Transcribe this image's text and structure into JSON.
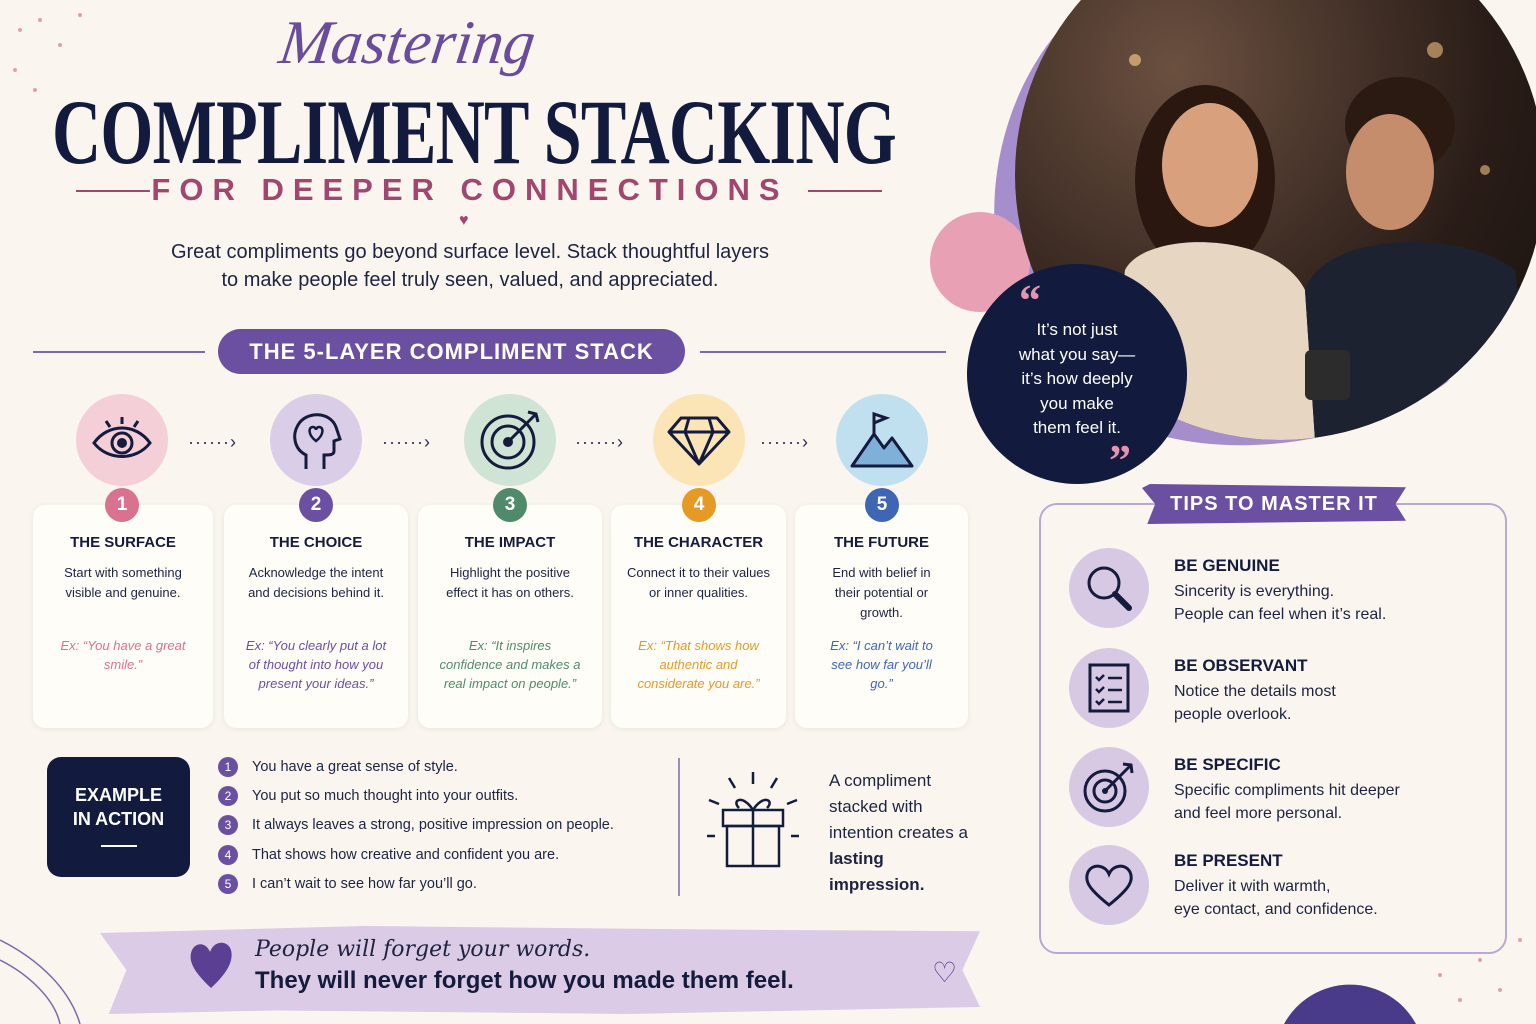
{
  "header": {
    "script_title": "Mastering",
    "title": "COMPLIMENT STACKING",
    "subtitle": "FOR DEEPER CONNECTIONS",
    "intro_line1": "Great compliments go beyond surface level. Stack thoughtful layers",
    "intro_line2": "to make people feel truly seen, valued, and appreciated."
  },
  "stack": {
    "banner": "THE 5-LAYER COMPLIMENT STACK",
    "layers": [
      {
        "num": "1",
        "icon": "eye-icon",
        "title": "THE SURFACE",
        "desc": "Start with something visible and genuine.",
        "example": "Ex: “You have a great smile.”",
        "color": "#d9728f",
        "bg": "#f4cfd7"
      },
      {
        "num": "2",
        "icon": "head-heart-icon",
        "title": "THE CHOICE",
        "desc": "Acknowledge the intent and decisions behind it.",
        "example": "Ex: “You clearly put a lot of thought into how you present your ideas.”",
        "color": "#6b4fa0",
        "bg": "#dacde7"
      },
      {
        "num": "3",
        "icon": "target-icon",
        "title": "THE IMPACT",
        "desc": "Highlight the positive effect it has on others.",
        "example": "Ex: “It inspires confidence and makes a real impact on people.”",
        "color": "#4f8a6a",
        "bg": "#cfe4d4"
      },
      {
        "num": "4",
        "icon": "diamond-icon",
        "title": "THE CHARACTER",
        "desc": "Connect it to their values or inner qualities.",
        "example": "Ex: “That shows how authentic and considerate you are.”",
        "color": "#e59a26",
        "bg": "#fbe4b6"
      },
      {
        "num": "5",
        "icon": "mountain-flag-icon",
        "title": "THE FUTURE",
        "desc": "End with belief in their potential or growth.",
        "example": "Ex: “I can’t wait to see how far you’ll go.”",
        "color": "#3f66b3",
        "bg": "#c0e0f0"
      }
    ]
  },
  "example": {
    "label_line1": "EXAMPLE",
    "label_line2": "IN ACTION",
    "items": [
      {
        "num": "1",
        "text": "You have a great sense of style."
      },
      {
        "num": "2",
        "text": "You put so much thought into your outfits."
      },
      {
        "num": "3",
        "text": "It always leaves a strong, positive impression on people."
      },
      {
        "num": "4",
        "text": "That shows how creative and confident you are."
      },
      {
        "num": "5",
        "text": "I can’t wait to see how far you’ll go."
      }
    ],
    "summary_plain": "A compliment stacked with intention creates a",
    "summary_bold": "lasting impression."
  },
  "quote": {
    "open": "“",
    "text_lines": [
      "It’s not just",
      "what you say—",
      "it’s how deeply",
      "you make",
      "them feel it."
    ],
    "close": "”"
  },
  "tips": {
    "banner": "TIPS TO MASTER IT",
    "items": [
      {
        "icon": "magnifier-icon",
        "title": "BE GENUINE",
        "line1": "Sincerity is everything.",
        "line2": "People can feel when it’s real."
      },
      {
        "icon": "checklist-icon",
        "title": "BE OBSERVANT",
        "line1": "Notice the details most",
        "line2": "people overlook."
      },
      {
        "icon": "target-icon",
        "title": "BE SPECIFIC",
        "line1": "Specific compliments hit deeper",
        "line2": "and feel more personal."
      },
      {
        "icon": "heart-icon",
        "title": "BE PRESENT",
        "line1": "Deliver it with warmth,",
        "line2": "eye contact, and confidence."
      }
    ]
  },
  "footer": {
    "line1": "People will forget your words.",
    "line2": "They will never forget how you made them feel."
  }
}
